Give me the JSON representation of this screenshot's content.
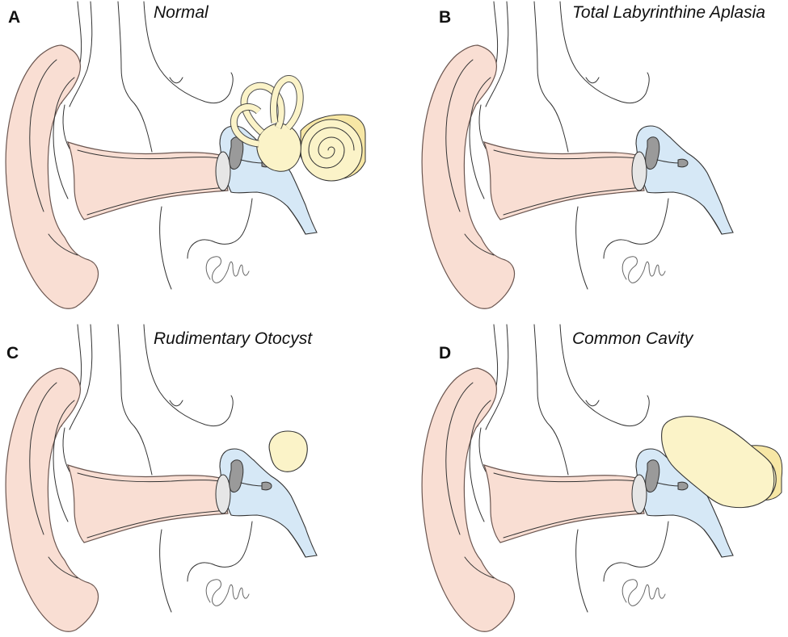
{
  "colors": {
    "skin": "#f9ded3",
    "skin_stroke": "#6b5650",
    "middle_ear": "#d6e8f6",
    "tympanic": "#e6e6e6",
    "ossicle": "#9a9a9a",
    "inner_ear": "#fbf3c8",
    "inner_ear_dark": "#f7e7a5",
    "line": "#222222"
  },
  "panels": [
    {
      "id": "A",
      "letter": "A",
      "title": "Normal",
      "inner_ear": "normal"
    },
    {
      "id": "B",
      "letter": "B",
      "title": "Total Labyrinthine Aplasia",
      "inner_ear": "absent"
    },
    {
      "id": "C",
      "letter": "C",
      "title": "Rudimentary Otocyst",
      "inner_ear": "otocyst"
    },
    {
      "id": "D",
      "letter": "D",
      "title": "Common Cavity",
      "inner_ear": "common-cavity"
    }
  ]
}
